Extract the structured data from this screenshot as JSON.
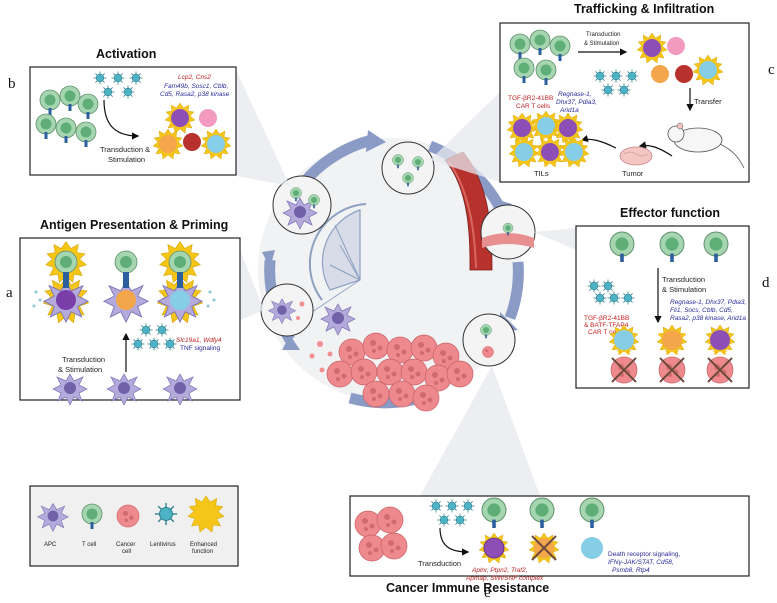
{
  "panels": {
    "activation": {
      "letter": "b",
      "title": "Activation",
      "step_label_1": "Transduction &",
      "step_label_2": "Stimulation",
      "genes_red": "Lcp2, Cns2",
      "genes_blue_1": "Fam49b, Sosc1, Cblb,",
      "genes_blue_2": "Cd5, Rasa2, p38 kinase"
    },
    "trafficking": {
      "letter": "c",
      "title": "Trafficking & Infiltration",
      "step_label_1": "Transduction",
      "step_label_2": "& Stimulation",
      "car_1": "TGF-βR2-41BB",
      "car_2": "CAR T cells",
      "genes_blue_1": "Regnase-1,",
      "genes_blue_2": "Dhx37, Pdia3,",
      "genes_blue_3": "Arid1a",
      "transfer": "Transfer",
      "tils": "TILs",
      "tumor": "Tumor"
    },
    "antigen": {
      "letter": "a",
      "title": "Antigen Presentation & Priming",
      "genes_red": "Slc19a1, Wdfy4",
      "genes_blue": "TNF signaling",
      "step_label_1": "Transduction",
      "step_label_2": "& Stimulation"
    },
    "effector": {
      "letter": "d",
      "title": "Effector function",
      "step_label_1": "Transduction",
      "step_label_2": "& Stimulation",
      "car_1": "TGF-βR2-41BB",
      "car_2": "& BATF-TFAP4",
      "car_3": "CAR T cells",
      "genes_blue_1": "Regnase-1, Dhx37, Pdia3,",
      "genes_blue_2": "Fli1, Socs, Cblb, Cd5,",
      "genes_blue_3": "Rasa2, p38 kinase, Arid1a"
    },
    "resistance": {
      "letter": "e",
      "title": "Cancer Immune Resistance",
      "step_label": "Transduction",
      "genes_red_1": "Aplnr, Ptpn2, Traf2,",
      "genes_red_2": "Apmap, SWI/SNF complex",
      "genes_blue_1": "Death receptor signaling,",
      "genes_blue_2": "IFNγ-JAK/STAT, Cd58,",
      "genes_blue_3": "Psmb8, Rtp4"
    }
  },
  "legend": {
    "apc": "APC",
    "tcell": "T cell",
    "cancer_1": "Cancer",
    "cancer_2": "cell",
    "lentivirus": "Lentivirus",
    "enhanced_1": "Enhanced",
    "enhanced_2": "function"
  },
  "colors": {
    "tcell_green": "#a6d6b0",
    "tcell_nucleus": "#5fae78",
    "purple_cell": "#8d4fb5",
    "apc_lilac": "#b4abdc",
    "orange_cell": "#f4a64a",
    "cyan_cell": "#86cde8",
    "cancer_pink": "#ee8a8e",
    "enhanced_yellow": "#f5c518",
    "virus_teal": "#4cb3c4",
    "receptor_blue": "#2d5f9e",
    "gene_red": "#c41e1e",
    "gene_blue": "#2a2a9c",
    "cycle_arrow": "#7a8bb5",
    "vessel_red": "#b8322d"
  }
}
